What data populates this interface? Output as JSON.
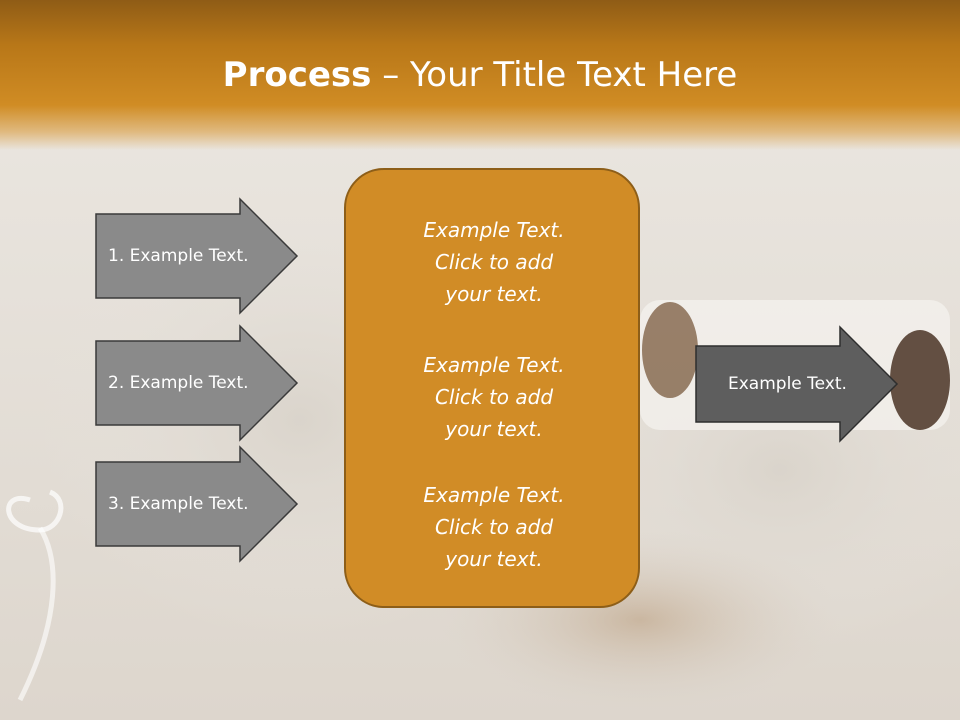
{
  "title": {
    "bold": "Process",
    "dash": " – ",
    "rest": "Your Title Text Here"
  },
  "left_arrows": [
    {
      "label": "1. Example Text."
    },
    {
      "label": "2. Example Text."
    },
    {
      "label": "3. Example Text."
    }
  ],
  "center_blocks": [
    {
      "line1": "Example Text.",
      "line2": "Click  to add",
      "line3": "your text."
    },
    {
      "line1": "Example Text.",
      "line2": "Click  to add",
      "line3": "your text."
    },
    {
      "line1": "Example Text.",
      "line2": "Click  to add",
      "line3": "your text."
    }
  ],
  "right_arrow": {
    "label": "Example Text."
  },
  "colors": {
    "accent": "#d18c26",
    "arrow_gray": "#8a8a8a",
    "arrow_dark": "#5e5e5e",
    "header": "#c0801c"
  }
}
